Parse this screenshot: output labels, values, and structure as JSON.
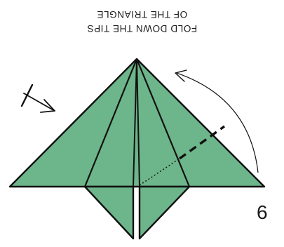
{
  "instruction": {
    "line1": "FOLD DOWN THE TIPS",
    "line2": "OF THE TRIANGLE"
  },
  "step": {
    "number": "6"
  },
  "colors": {
    "paper": "#6db58a",
    "outline": "#111111",
    "background": "#ffffff"
  },
  "icons": {
    "fold_arrow": "curved-arrow-icon",
    "turn_over": "turn-over-arrow-icon"
  }
}
